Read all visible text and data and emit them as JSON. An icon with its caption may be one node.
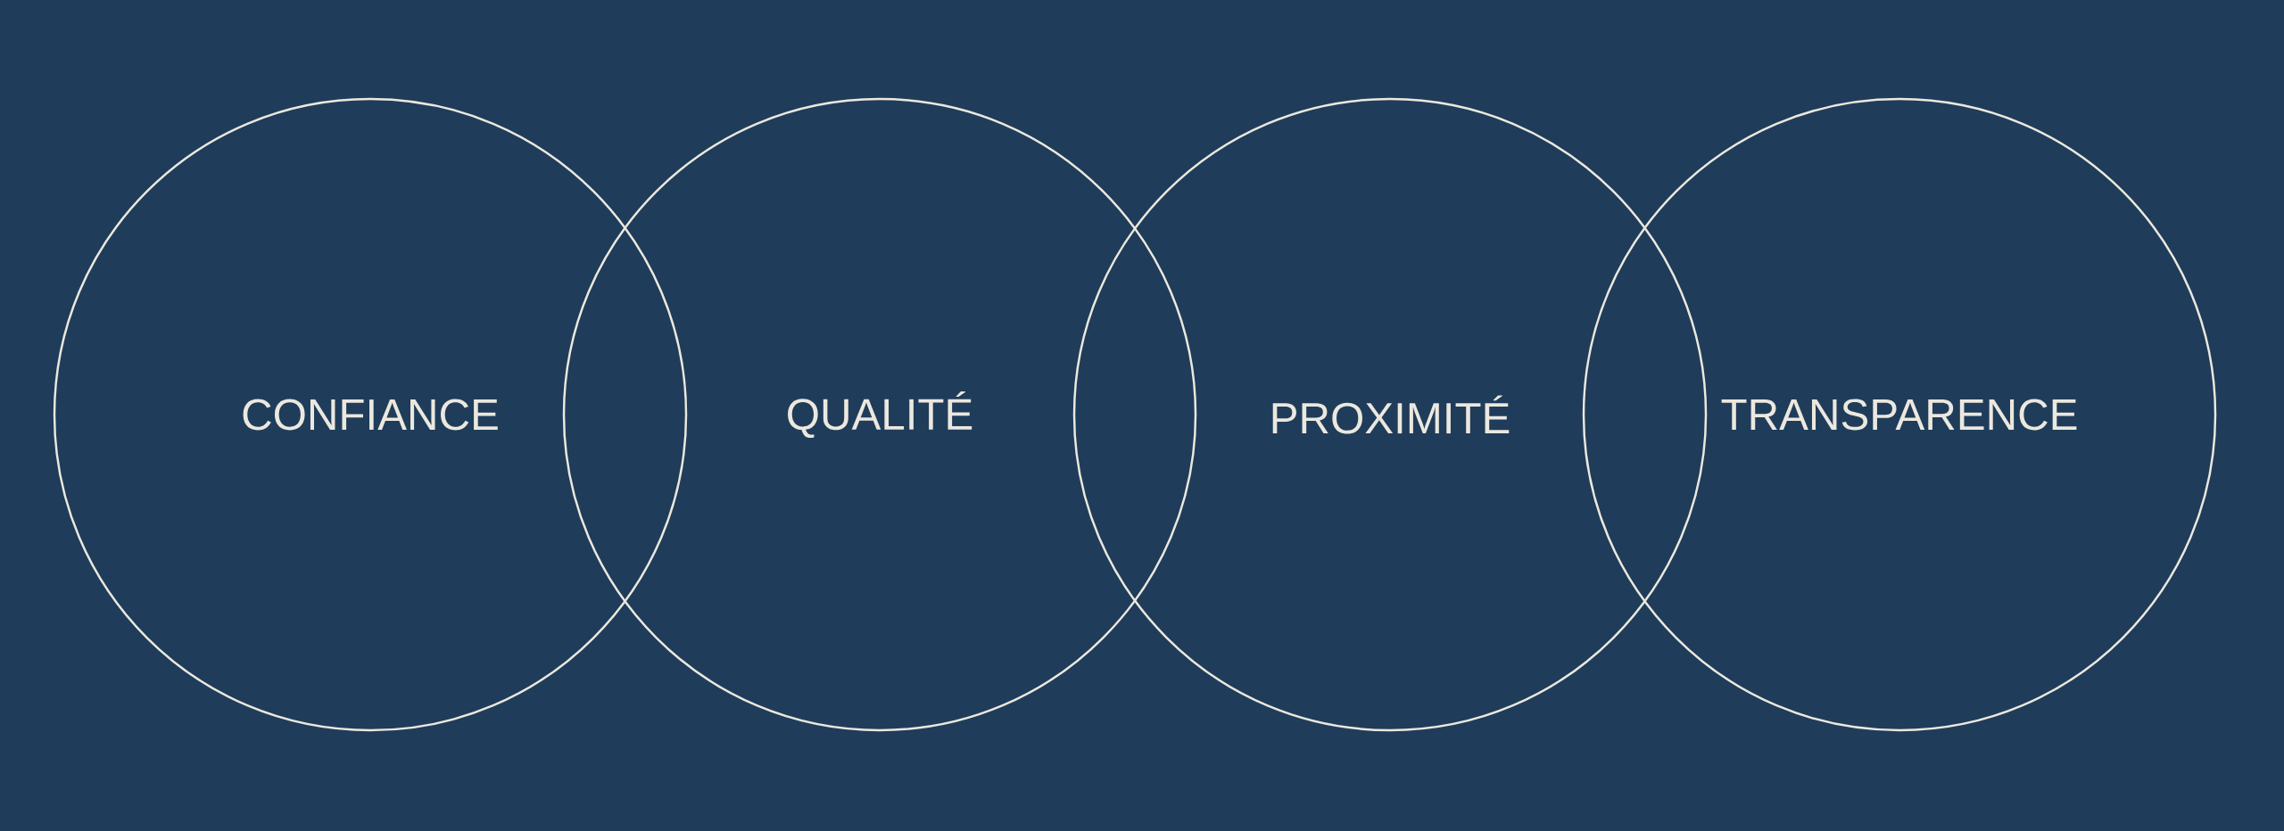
{
  "diagram": {
    "nodes": [
      {
        "text": [
          "CONFIANCE"
        ]
      },
      {
        "text": [
          "QUALITÉ"
        ]
      },
      {
        "text": [
          "PROXIMITÉ"
        ]
      },
      {
        "text": [
          "TRANSPARENCE"
        ]
      }
    ]
  }
}
